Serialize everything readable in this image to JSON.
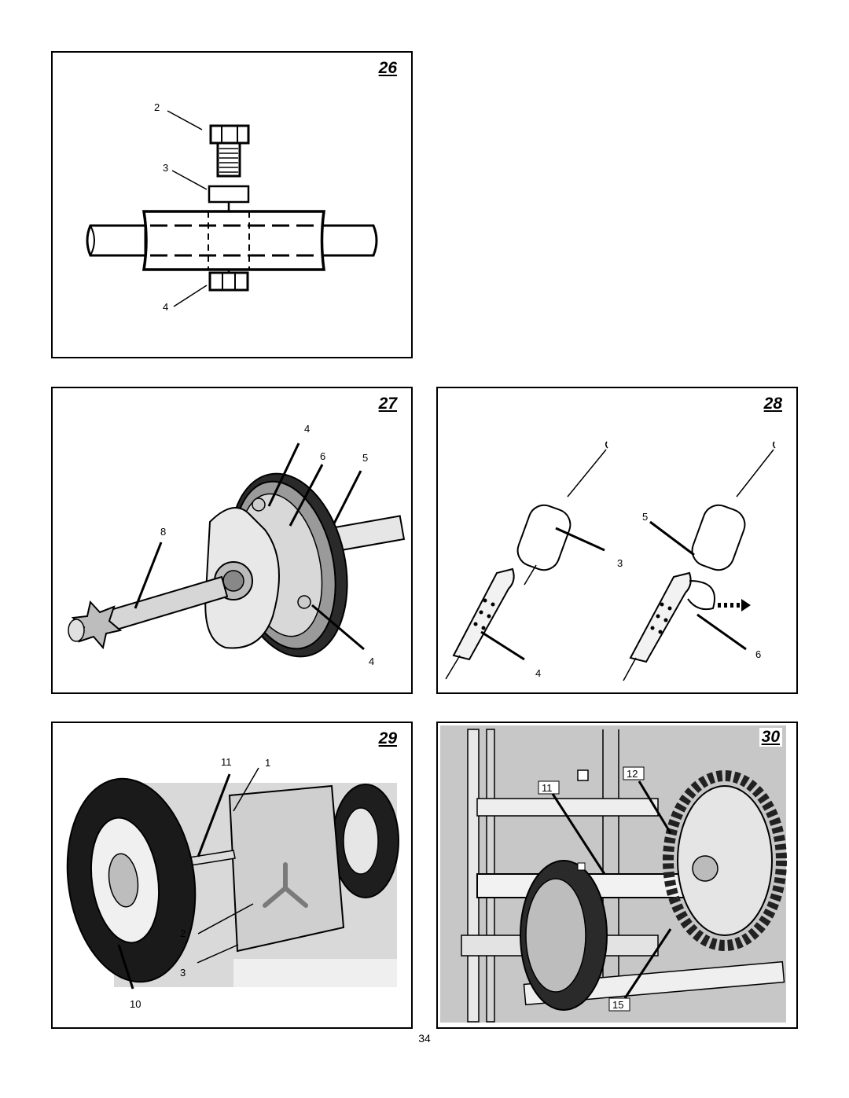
{
  "page_number": "34",
  "figures": {
    "f26": {
      "number": "26",
      "callouts": [
        "2",
        "3",
        "4"
      ]
    },
    "f27": {
      "number": "27",
      "callouts": [
        "4",
        "6",
        "5",
        "8",
        "4"
      ]
    },
    "f28": {
      "number": "28",
      "callouts": [
        "5",
        "3",
        "6",
        "4"
      ]
    },
    "f29": {
      "number": "29",
      "callouts": [
        "11",
        "1",
        "2",
        "3",
        "10"
      ]
    },
    "f30": {
      "number": "30",
      "callouts": [
        "12",
        "11",
        "15"
      ]
    }
  }
}
